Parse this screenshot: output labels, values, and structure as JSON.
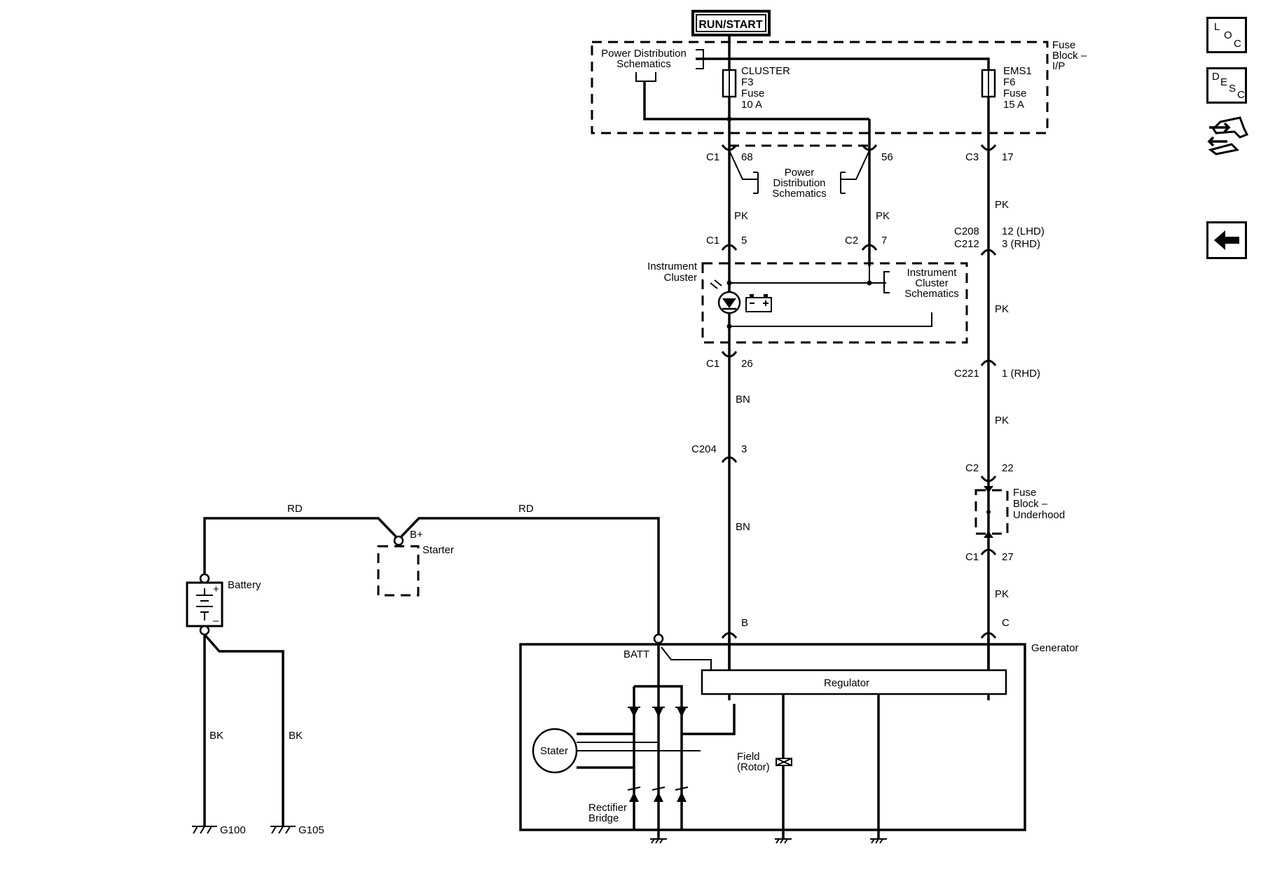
{
  "power": {
    "run_start": "RUN/START"
  },
  "fuse_block_ip": {
    "label_1": "Fuse",
    "label_2": "Block –",
    "label_3": "I/P",
    "pds_1": "Power Distribution",
    "pds_2": "Schematics",
    "fuse_f3": [
      "CLUSTER",
      "F3",
      "Fuse",
      "10 A"
    ],
    "fuse_f6": [
      "EMS1",
      "F6",
      "Fuse",
      "15 A"
    ]
  },
  "connectors": {
    "c1_68": {
      "name": "C1",
      "pin": "68"
    },
    "c_56": {
      "pin": "56"
    },
    "c3_17": {
      "name": "C3",
      "pin": "17"
    },
    "c1_5": {
      "name": "C1",
      "pin": "5"
    },
    "c2_7": {
      "name": "C2",
      "pin": "7"
    },
    "c208": {
      "name": "C208",
      "pin": "12 (LHD)"
    },
    "c212": {
      "name": "C212",
      "pin": "3 (RHD)"
    },
    "c1_26": {
      "name": "C1",
      "pin": "26"
    },
    "c221": {
      "name": "C221",
      "pin": "1 (RHD)"
    },
    "c204": {
      "name": "C204",
      "pin": "3"
    },
    "c2_22": {
      "name": "C2",
      "pin": "22"
    },
    "c1_27": {
      "name": "C1",
      "pin": "27"
    },
    "gen_b": {
      "pin": "B"
    },
    "gen_c": {
      "pin": "C"
    }
  },
  "pds_middle": [
    "Power",
    "Distribution",
    "Schematics"
  ],
  "instrument_cluster": {
    "label": [
      "Instrument",
      "Cluster"
    ],
    "schem": [
      "Instrument",
      "Cluster",
      "Schematics"
    ]
  },
  "wires": {
    "pk_1": "PK",
    "pk_2": "PK",
    "pk_3": "PK",
    "pk_4": "PK",
    "pk_5": "PK",
    "pk_6": "PK",
    "bn_1": "BN",
    "bn_2": "BN",
    "rd_1": "RD",
    "rd_2": "RD",
    "bk_1": "BK",
    "bk_2": "BK"
  },
  "fuse_block_underhood": [
    "Fuse",
    "Block –",
    "Underhood"
  ],
  "starter": {
    "label": "Starter",
    "terminal": "B+"
  },
  "battery": {
    "label": "Battery",
    "plus": "+",
    "minus": "–"
  },
  "grounds": {
    "g100": "G100",
    "g105": "G105"
  },
  "generator": {
    "label": "Generator",
    "batt": "BATT",
    "regulator": "Regulator",
    "stator": "Stater",
    "field": [
      "Field",
      "(Rotor)"
    ],
    "rectifier": [
      "Rectifier",
      "Bridge"
    ]
  },
  "nav": {
    "loc": [
      "L",
      "O",
      "C"
    ],
    "desc": [
      "D",
      "E",
      "S",
      "C"
    ]
  },
  "icons": [
    "loc-icon",
    "desc-icon",
    "connector-view-icon",
    "back-arrow-icon"
  ]
}
